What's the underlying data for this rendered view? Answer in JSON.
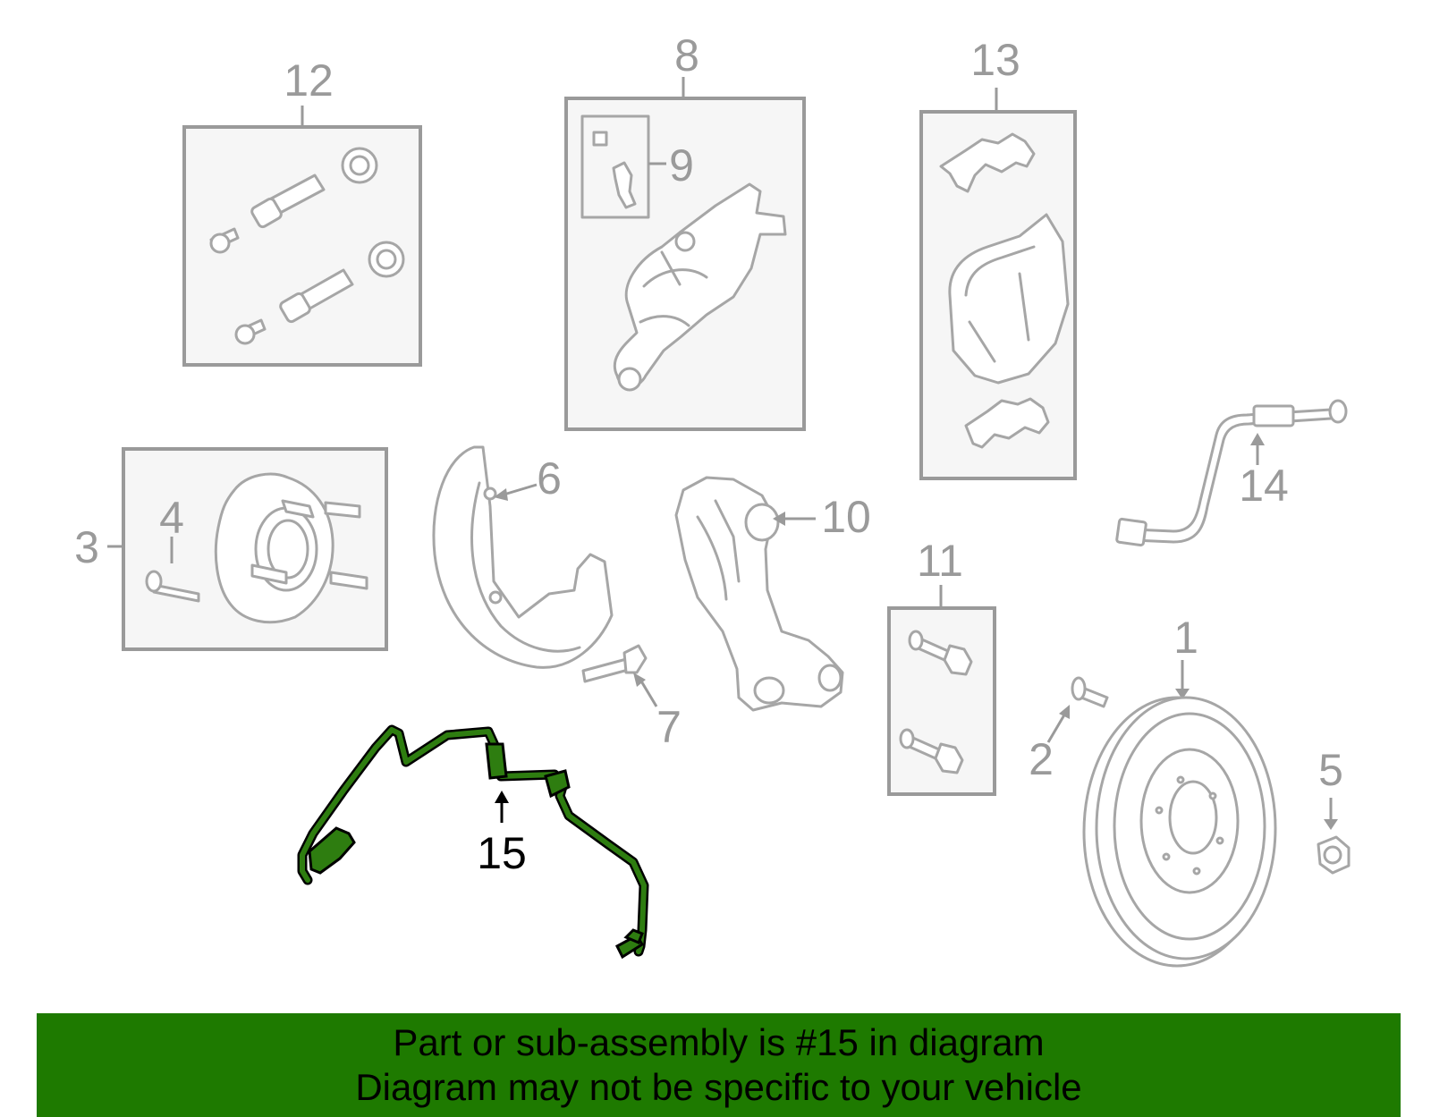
{
  "callouts": {
    "c1": "1",
    "c2": "2",
    "c3": "3",
    "c4": "4",
    "c5": "5",
    "c6": "6",
    "c7": "7",
    "c8": "8",
    "c9": "9",
    "c10": "10",
    "c11": "11",
    "c12": "12",
    "c13": "13",
    "c14": "14",
    "c15": "15"
  },
  "highlighted_part": "15",
  "colors": {
    "banner": "#1e7a00",
    "highlight_fill": "#2e7d10",
    "highlight_outline": "#000000",
    "part_line": "#a6a6a6",
    "box_fill": "#f6f6f6"
  },
  "banner": {
    "line1": "Part or sub-assembly is #15 in diagram",
    "line2": "Diagram may not be specific to your vehicle"
  }
}
